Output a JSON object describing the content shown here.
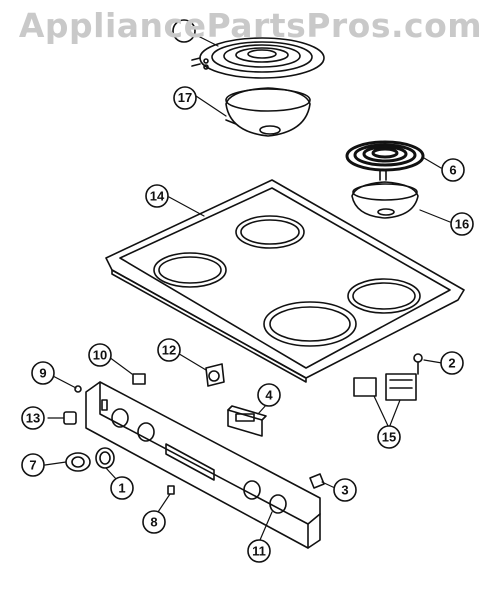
{
  "watermark": "AppliancePartsPros.com",
  "callouts": [
    {
      "id": "c-1",
      "number": "1"
    },
    {
      "id": "c-2",
      "number": "2"
    },
    {
      "id": "c-3",
      "number": "3"
    },
    {
      "id": "c-4",
      "number": "4"
    },
    {
      "id": "c-6",
      "number": "6"
    },
    {
      "id": "c-7",
      "number": "7"
    },
    {
      "id": "c-8",
      "number": "8"
    },
    {
      "id": "c-9",
      "number": "9"
    },
    {
      "id": "c-10",
      "number": "10"
    },
    {
      "id": "c-11",
      "number": "11"
    },
    {
      "id": "c-12",
      "number": "12"
    },
    {
      "id": "c-13",
      "number": "13"
    },
    {
      "id": "c-14",
      "number": "14"
    },
    {
      "id": "c-15",
      "number": "15"
    },
    {
      "id": "c-16",
      "number": "16"
    },
    {
      "id": "c-17",
      "number": "17"
    }
  ]
}
